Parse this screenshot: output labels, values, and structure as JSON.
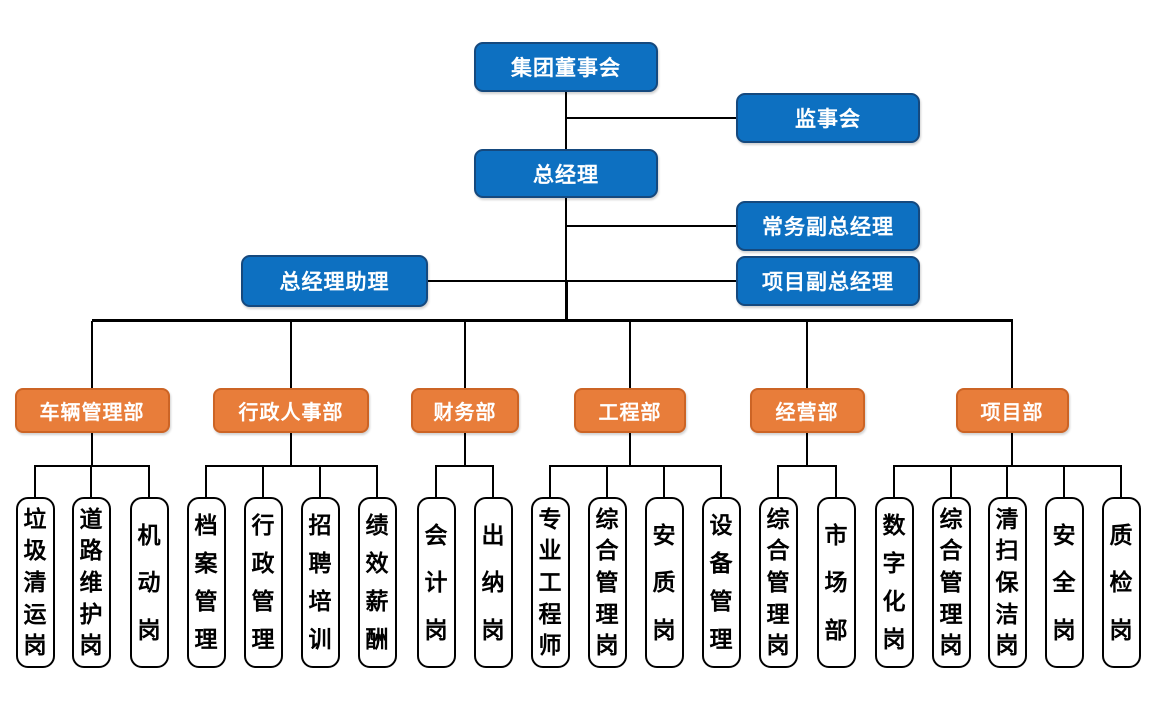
{
  "colors": {
    "executive_node": "#0d70c1",
    "executive_border": "#15497e",
    "department_node": "#e87d3a",
    "department_border": "#cc6425",
    "position_node_bg": "#ffffff",
    "position_node_border": "#000000",
    "connector_line": "#000000",
    "node_text": "#ffffff"
  },
  "executives": {
    "board": {
      "label": "集团董事会"
    },
    "supervisory": {
      "label": "监事会"
    },
    "general_manager": {
      "label": "总经理"
    },
    "executive_deputy_gm": {
      "label": "常务副总经理"
    },
    "gm_assistant": {
      "label": "总经理助理"
    },
    "project_deputy_gm": {
      "label": "项目副总经理"
    }
  },
  "departments": [
    {
      "name": "车辆管理部",
      "positions": [
        "垃圾清运岗",
        "道路维护岗",
        "机动岗"
      ]
    },
    {
      "name": "行政人事部",
      "positions": [
        "档案管理",
        "行政管理",
        "招聘培训",
        "绩效薪酬"
      ]
    },
    {
      "name": "财务部",
      "positions": [
        "会计岗",
        "出纳岗"
      ]
    },
    {
      "name": "工程部",
      "positions": [
        "专业工程师",
        "综合管理岗",
        "安质岗",
        "设备管理"
      ]
    },
    {
      "name": "经营部",
      "positions": [
        "综合管理岗",
        "市场部"
      ]
    },
    {
      "name": "项目部",
      "positions": [
        "数字化岗",
        "综合管理岗",
        "清扫保洁岗",
        "安全岗",
        "质检岗"
      ]
    }
  ]
}
